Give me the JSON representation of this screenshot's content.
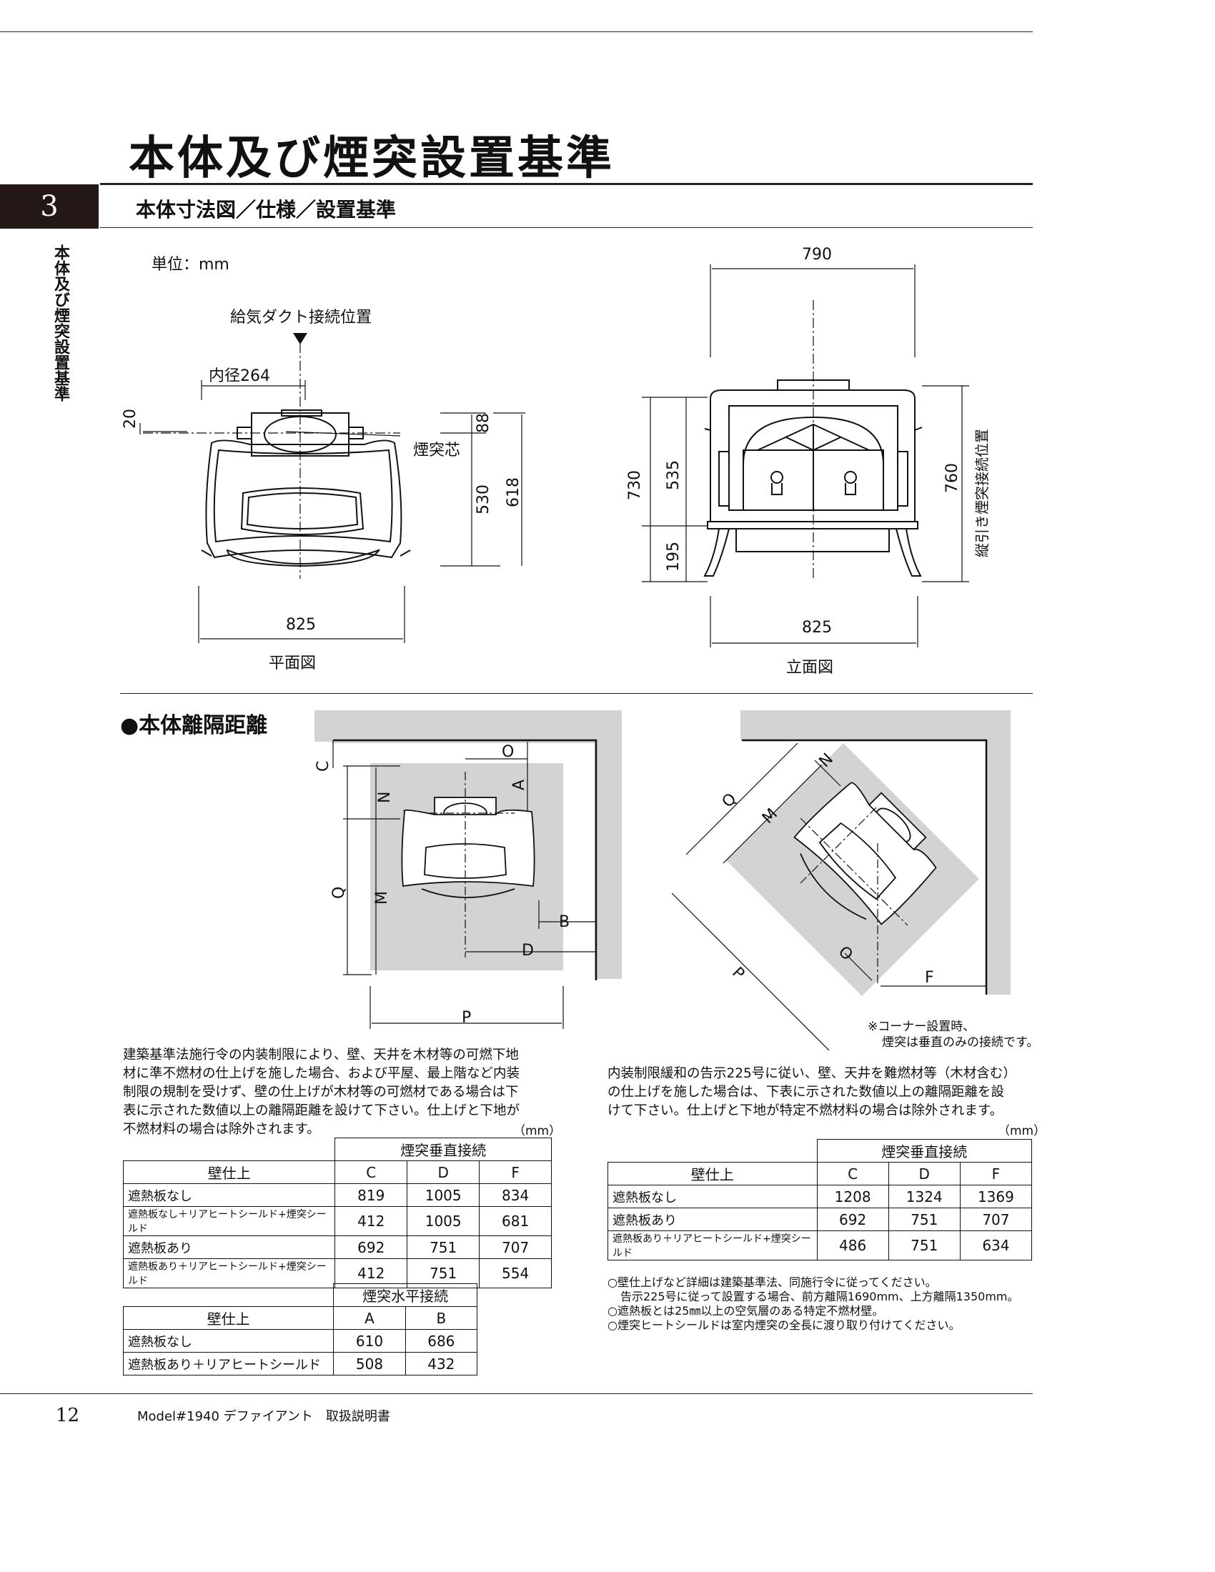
{
  "page": {
    "title": "本体及び煙突設置基準",
    "section_number": "3",
    "section_title": "本体寸法図／仕様／設置基準",
    "side_label": "本体及び煙突設置基準"
  },
  "diagrams": {
    "unit": "単位：mm",
    "plan": {
      "duct_label": "給気ダクト接続位置",
      "inner_diameter": "内径264",
      "flue_center": "煙突芯",
      "dim_20": "20",
      "dim_88": "88",
      "dim_530": "530",
      "dim_618": "618",
      "dim_825": "825",
      "caption": "平面図"
    },
    "elevation": {
      "dim_790": "790",
      "dim_730": "730",
      "dim_535": "535",
      "dim_195": "195",
      "dim_760": "760",
      "vertical_label": "縦引き煙突接続位置",
      "dim_825": "825",
      "caption": "立面図"
    }
  },
  "clearance": {
    "heading": "●本体離隔距離",
    "letters": {
      "A": "A",
      "B": "B",
      "C": "C",
      "D": "D",
      "F": "F",
      "M": "M",
      "N": "N",
      "O": "O",
      "P": "P",
      "Q": "Q"
    },
    "corner_note_1": "※コーナー設置時、",
    "corner_note_2": "煙突は垂直のみの接続です。"
  },
  "left_text": {
    "line1": "建築基準法施行令の内装制限により、壁、天井を木材等の可燃下地",
    "line2": "材に準不燃材の仕上げを施した場合、および平屋、最上階など内装",
    "line3": "制限の規制を受けず、壁の仕上げが木材等の可燃材である場合は下",
    "line4": "表に示された数値以上の離隔距離を設けて下さい。仕上げと下地が",
    "line5": "不燃材料の場合は除外されます。",
    "unit": "（mm）"
  },
  "right_text": {
    "line1": "内装制限緩和の告示225号に従い、壁、天井を難燃材等（木材含む）",
    "line2": "の仕上げを施した場合は、下表に示された数値以上の離隔距離を設",
    "line3": "けて下さい。仕上げと下地が特定不燃材料の場合は除外されます。",
    "unit": "（mm）"
  },
  "table_left_vertical": {
    "group": "煙突垂直接続",
    "col_wall": "壁仕上",
    "cols": [
      "C",
      "D",
      "F"
    ],
    "rows": [
      {
        "label": "遮熱板なし",
        "small": false,
        "values": [
          "819",
          "1005",
          "834"
        ]
      },
      {
        "label": "遮熱板なし＋リアヒートシールド+煙突シールド",
        "small": true,
        "values": [
          "412",
          "1005",
          "681"
        ]
      },
      {
        "label": "遮熱板あり",
        "small": false,
        "values": [
          "692",
          "751",
          "707"
        ]
      },
      {
        "label": "遮熱板あり＋リアヒートシールド+煙突シールド",
        "small": true,
        "values": [
          "412",
          "751",
          "554"
        ]
      }
    ]
  },
  "table_left_horizontal": {
    "group": "煙突水平接続",
    "col_wall": "壁仕上",
    "cols": [
      "A",
      "B"
    ],
    "rows": [
      {
        "label": "遮熱板なし",
        "values": [
          "610",
          "686"
        ]
      },
      {
        "label": "遮熱板あり＋リアヒートシールド",
        "values": [
          "508",
          "432"
        ]
      }
    ]
  },
  "table_right_vertical": {
    "group": "煙突垂直接続",
    "col_wall": "壁仕上",
    "cols": [
      "C",
      "D",
      "F"
    ],
    "rows": [
      {
        "label": "遮熱板なし",
        "small": false,
        "values": [
          "1208",
          "1324",
          "1369"
        ]
      },
      {
        "label": "遮熱板あり",
        "small": false,
        "values": [
          "692",
          "751",
          "707"
        ]
      },
      {
        "label": "遮熱板あり＋リアヒートシールド+煙突シールド",
        "small": true,
        "values": [
          "486",
          "751",
          "634"
        ]
      }
    ]
  },
  "footnotes": {
    "n1": "○壁仕上げなど詳細は建築基準法、同施行令に従ってください。",
    "n2": "告示225号に従って設置する場合、前方離隔1690mm、上方離隔1350mm。",
    "n3": "○遮熱板とは25㎜以上の空気層のある特定不燃材壁。",
    "n4": "○煙突ヒートシールドは室内煙突の全長に渡り取り付けてください。"
  },
  "footer": {
    "page_number": "12",
    "model": "Model#1940 デファイアント　取扱説明書"
  }
}
